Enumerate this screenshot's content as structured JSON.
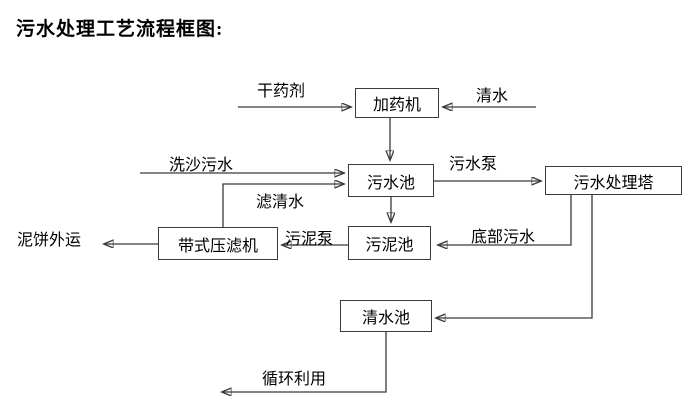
{
  "title": "污水处理工艺流程框图:",
  "diagram": {
    "nodes": {
      "dosing_machine": "加药机",
      "sewage_pool": "污水池",
      "treatment_tower": "污水处理塔",
      "belt_filter_press": "带式压滤机",
      "sludge_pool": "污泥池",
      "clean_water_pool": "清水池"
    },
    "edge_labels": {
      "dry_agent": "干药剂",
      "clean_water": "清水",
      "sand_washing_sewage": "洗沙污水",
      "filtered_water": "滤清水",
      "sewage_pump": "污水泵",
      "sludge_pump": "污泥泵",
      "mud_cake_out": "泥饼外运",
      "bottom_sewage": "底部污水",
      "recycle_use": "循环利用"
    },
    "edges": [
      {
        "from": "干药剂(输入)",
        "to": "加药机",
        "label": "干药剂"
      },
      {
        "from": "清水(输入)",
        "to": "加药机",
        "label": "清水"
      },
      {
        "from": "加药机",
        "to": "污水池",
        "label": ""
      },
      {
        "from": "洗沙污水(输入)",
        "to": "污水池",
        "label": "洗沙污水"
      },
      {
        "from": "带式压滤机",
        "to": "污水池",
        "label": "滤清水"
      },
      {
        "from": "污水池",
        "to": "污水处理塔",
        "label": "污水泵"
      },
      {
        "from": "污水池",
        "to": "污泥池",
        "label": ""
      },
      {
        "from": "污水处理塔",
        "to": "污泥池",
        "label": "底部污水"
      },
      {
        "from": "污泥池",
        "to": "带式压滤机",
        "label": "污泥泵"
      },
      {
        "from": "带式压滤机",
        "to": "泥饼外运(输出)",
        "label": "泥饼外运"
      },
      {
        "from": "污水处理塔",
        "to": "清水池",
        "label": ""
      },
      {
        "from": "清水池",
        "to": "循环利用(输出)",
        "label": "循环利用"
      }
    ],
    "colors": {
      "line": "#3a3a3a",
      "text": "#000000",
      "background": "#ffffff"
    }
  }
}
